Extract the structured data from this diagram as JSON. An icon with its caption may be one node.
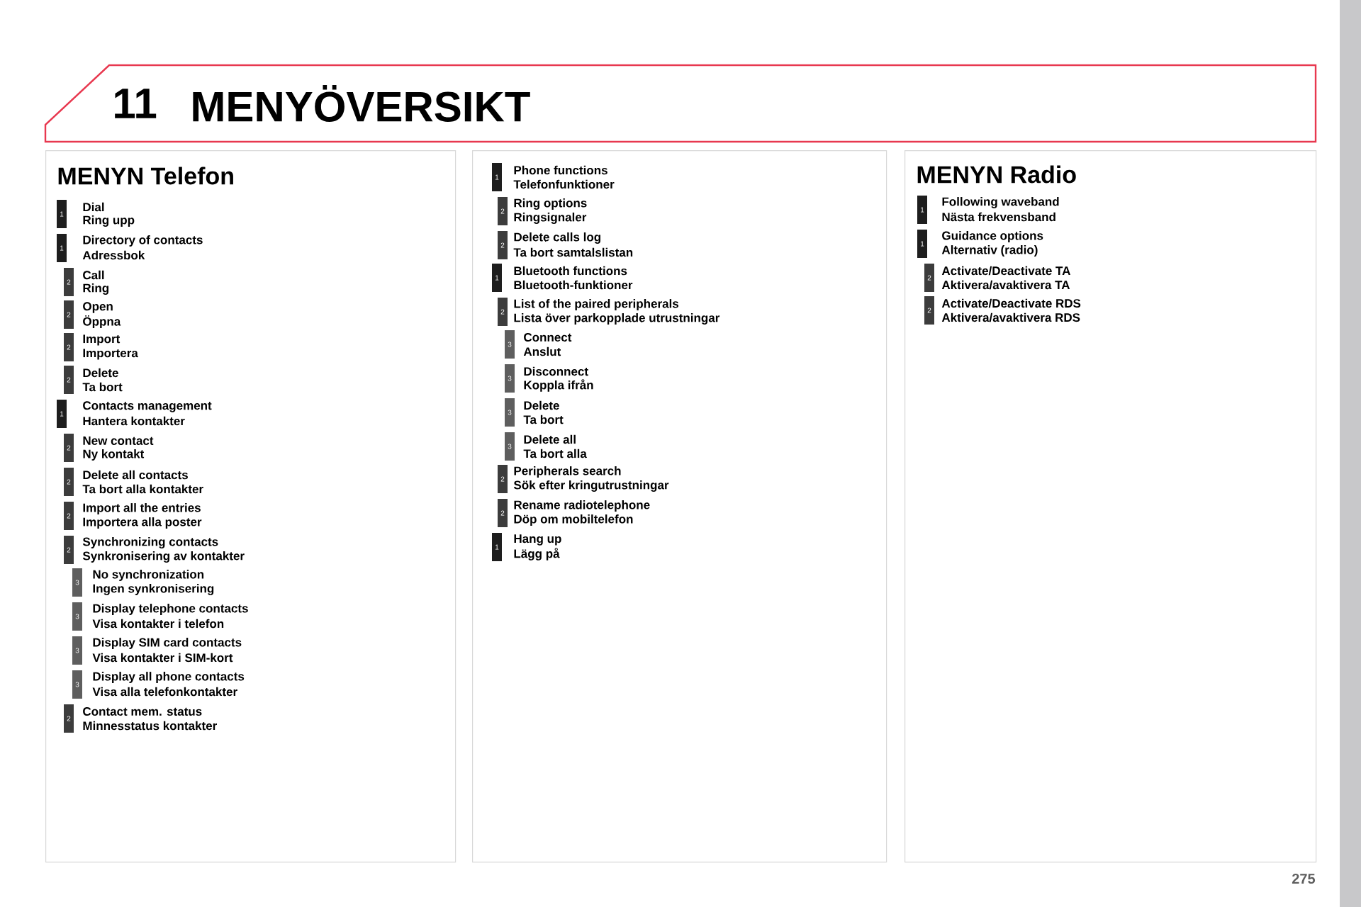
{
  "diagram": {
    "title": "MENYÖVERSIKT",
    "nodes": [
      {
        "text": [
          "MENYN Telefon"
        ]
      },
      {
        "text": [
          "1"
        ],
        "in": 0,
        "beside": [
          "Dial",
          "Ring upp"
        ]
      },
      {
        "text": [
          "1"
        ],
        "in": 0,
        "beside": [
          "Directory of contacts",
          "Adressbok"
        ]
      },
      {
        "text": [
          "2"
        ],
        "in": 0,
        "beside": [
          "Call",
          "Ring"
        ]
      },
      {
        "text": [
          "2"
        ],
        "in": 0,
        "beside": [
          "Open",
          "Öppna"
        ]
      },
      {
        "text": [
          "2"
        ],
        "in": 0,
        "beside": [
          "Import",
          "Importera"
        ]
      },
      {
        "text": [
          "2"
        ],
        "in": 0,
        "beside": [
          "Delete",
          "Ta bort"
        ]
      },
      {
        "text": [
          "1"
        ],
        "in": 0,
        "beside": [
          "Contacts management",
          "Hantera kontakter"
        ]
      },
      {
        "text": [
          "2"
        ],
        "in": 0,
        "beside": [
          "New contact",
          "Ny kontakt"
        ]
      },
      {
        "text": [
          "2"
        ],
        "in": 0,
        "beside": [
          "Delete all contacts",
          "Ta bort alla kontakter"
        ]
      },
      {
        "text": [
          "2"
        ],
        "in": 0,
        "beside": [
          "Import all the entries",
          "Importera alla poster"
        ]
      },
      {
        "text": [
          "2"
        ],
        "in": 0,
        "beside": [
          "Synchronizing contacts",
          "Synkronisering av kontakter"
        ]
      },
      {
        "text": [
          "3"
        ],
        "in": 0,
        "beside": [
          "No synchronization",
          "Ingen synkronisering"
        ]
      },
      {
        "text": [
          "3"
        ],
        "in": 0,
        "beside": [
          "Display telephone contacts",
          "Visa kontakter i telefon"
        ]
      },
      {
        "text": [
          "3"
        ],
        "in": 0,
        "beside": [
          "Display SIM card contacts",
          "Visa kontakter i SIM-kort"
        ]
      },
      {
        "text": [
          "3"
        ],
        "in": 0,
        "beside": [
          "Display all phone contacts",
          "Visa alla telefonkontakter"
        ]
      },
      {
        "text": [
          "2"
        ],
        "in": 0,
        "beside": [
          "Contact mem. status",
          "Minnesstatus kontakter"
        ]
      },
      {
        "text": [],
        "shape": "box"
      },
      {
        "text": [
          "1"
        ],
        "in": 17,
        "beside": [
          "Phone functions",
          "Telefonfunktioner"
        ]
      },
      {
        "text": [
          "2"
        ],
        "in": 17,
        "beside": [
          "Ring options",
          "Ringsignaler"
        ]
      },
      {
        "text": [
          "2"
        ],
        "in": 17,
        "beside": [
          "Delete calls log",
          "Ta bort samtalslistan"
        ]
      },
      {
        "text": [
          "1"
        ],
        "in": 17,
        "beside": [
          "Bluetooth functions",
          "Bluetooth-funktioner"
        ]
      },
      {
        "text": [
          "2"
        ],
        "in": 17,
        "beside": [
          "List of the paired peripherals",
          "Lista över parkopplade utrustningar"
        ]
      },
      {
        "text": [
          "3"
        ],
        "in": 17,
        "beside": [
          "Connect",
          "Anslut"
        ]
      },
      {
        "text": [
          "3"
        ],
        "in": 17,
        "beside": [
          "Disconnect",
          "Koppla ifrån"
        ]
      },
      {
        "text": [
          "3"
        ],
        "in": 17,
        "beside": [
          "Delete",
          "Ta bort"
        ]
      },
      {
        "text": [
          "3"
        ],
        "in": 17,
        "beside": [
          "Delete all",
          "Ta bort alla"
        ]
      },
      {
        "text": [
          "2"
        ],
        "in": 17,
        "beside": [
          "Peripherals search",
          "Sök efter kringutrustningar"
        ]
      },
      {
        "text": [
          "2"
        ],
        "in": 17,
        "beside": [
          "Rename radiotelephone",
          "Döp om mobiltelefon"
        ]
      },
      {
        "text": [
          "1"
        ],
        "in": 17,
        "beside": [
          "Hang up",
          "Lägg på"
        ]
      },
      {
        "text": [
          "MENYN Radio"
        ]
      },
      {
        "text": [
          "1"
        ],
        "in": 30,
        "beside": [
          "Following waveband",
          "Nästa frekvensband"
        ]
      },
      {
        "text": [
          "1"
        ],
        "in": 30,
        "beside": [
          "Guidance options",
          "Alternativ (radio)"
        ]
      },
      {
        "text": [
          "2"
        ],
        "in": 30,
        "beside": [
          "Activate/Deactivate TA",
          "Aktivera/avaktivera TA"
        ]
      },
      {
        "text": [
          "2"
        ],
        "in": 30,
        "beside": [
          "Activate/Deactivate RDS",
          "Aktivera/avaktivera RDS"
        ]
      }
    ],
    "labels": [
      "11",
      "275"
    ]
  }
}
